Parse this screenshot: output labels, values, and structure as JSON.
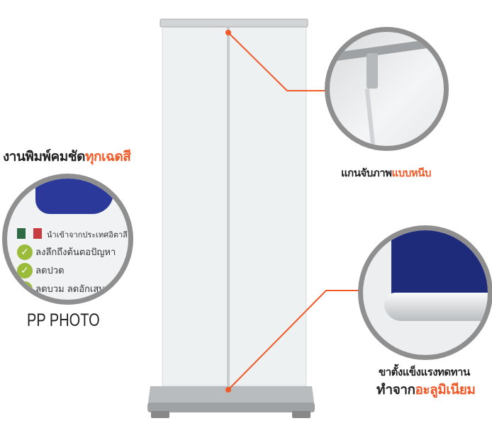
{
  "left_callout": {
    "title_main": "งานพิมพ์คมชัด",
    "title_accent": "ทุกเฉดสี",
    "sample_lines": [
      "นำเข้าจากประเทศอิตาลี",
      "ลงลึกถึงต้นตอปัญหา",
      "ลดปวด",
      "ลดบวม ลดอักเสบ"
    ],
    "material_label": "PP PHOTO"
  },
  "top_right_callout": {
    "title_main": "แกนจับภาพ",
    "title_accent": "แบบหนีบ"
  },
  "bottom_right_callout": {
    "line1": "ขาตั้งแข็งแรงทดทาน",
    "line2_main": "ทำจาก",
    "line2_accent": "อะลูมิเนียม"
  },
  "colors": {
    "accent": "#f05a28",
    "ring": "#8f8f8f",
    "banner_blue": "#1e2a7a"
  }
}
